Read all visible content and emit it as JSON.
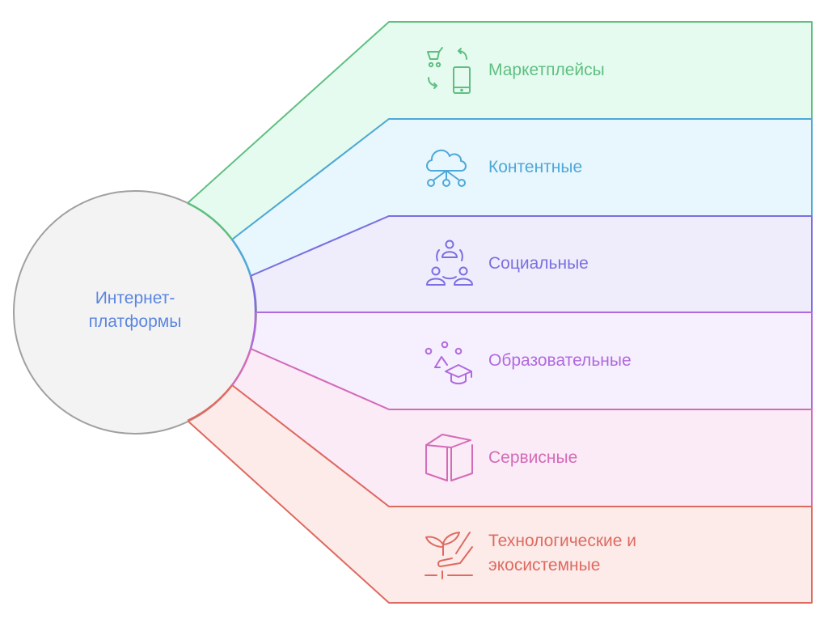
{
  "hub": {
    "label_line1": "Интернет-",
    "label_line2": "платформы",
    "color": "#5b86e0",
    "fill": "#f3f3f3",
    "stroke": "#a0a0a0"
  },
  "items": [
    {
      "label": "Маркетплейсы",
      "icon": "cart-phone-exchange-icon",
      "stroke": "#5fbf80",
      "fill": "#e6fbf0",
      "text": "#5fbf80"
    },
    {
      "label": "Контентные",
      "icon": "cloud-network-icon",
      "stroke": "#4ea8d8",
      "fill": "#e8f6fd",
      "text": "#4ea8d8"
    },
    {
      "label": "Социальные",
      "icon": "people-group-icon",
      "stroke": "#7b6fe0",
      "fill": "#efedfc",
      "text": "#7b6fe0"
    },
    {
      "label": "Образовательные",
      "icon": "graduation-cap-people-icon",
      "stroke": "#b06ae0",
      "fill": "#f6effd",
      "text": "#b06ae0"
    },
    {
      "label": "Сервисные",
      "icon": "box-icon",
      "stroke": "#d46bb8",
      "fill": "#fbebf6",
      "text": "#d46bb8"
    },
    {
      "label_line1": "Технологические и",
      "label_line2": "экосистемные",
      "icon": "plant-hand-icon",
      "stroke": "#de6a60",
      "fill": "#fcebe9",
      "text": "#de6a60"
    }
  ]
}
